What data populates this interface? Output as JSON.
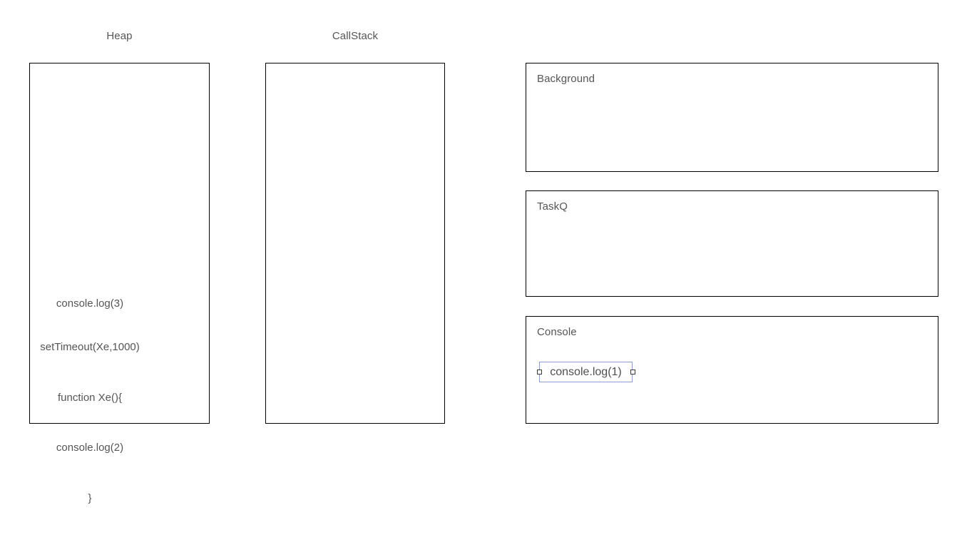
{
  "theme": {
    "page_background": "#ffffff",
    "panel_border": "#000000",
    "text": "#555555",
    "selection_outline": "#8f9bd4",
    "handle_fill": "#ffffff",
    "handle_border": "#3b3b3b"
  },
  "captions": {
    "heap": "Heap",
    "callstack": "CallStack"
  },
  "panels": {
    "heap": {
      "label": "Heap",
      "contents": []
    },
    "callstack": {
      "label": "CallStack",
      "frames": [
        {
          "lines": [
            "console.log(3)"
          ]
        },
        {
          "lines": [
            "setTimeout(Xe,1000)",
            "function Xe(){",
            "console.log(2)",
            "}"
          ]
        }
      ]
    },
    "background": {
      "label": "Background",
      "contents": []
    },
    "taskq": {
      "label": "TaskQ",
      "contents": []
    },
    "console": {
      "label": "Console",
      "entries": [
        {
          "text": "console.log(1)",
          "selected": true
        }
      ]
    }
  }
}
